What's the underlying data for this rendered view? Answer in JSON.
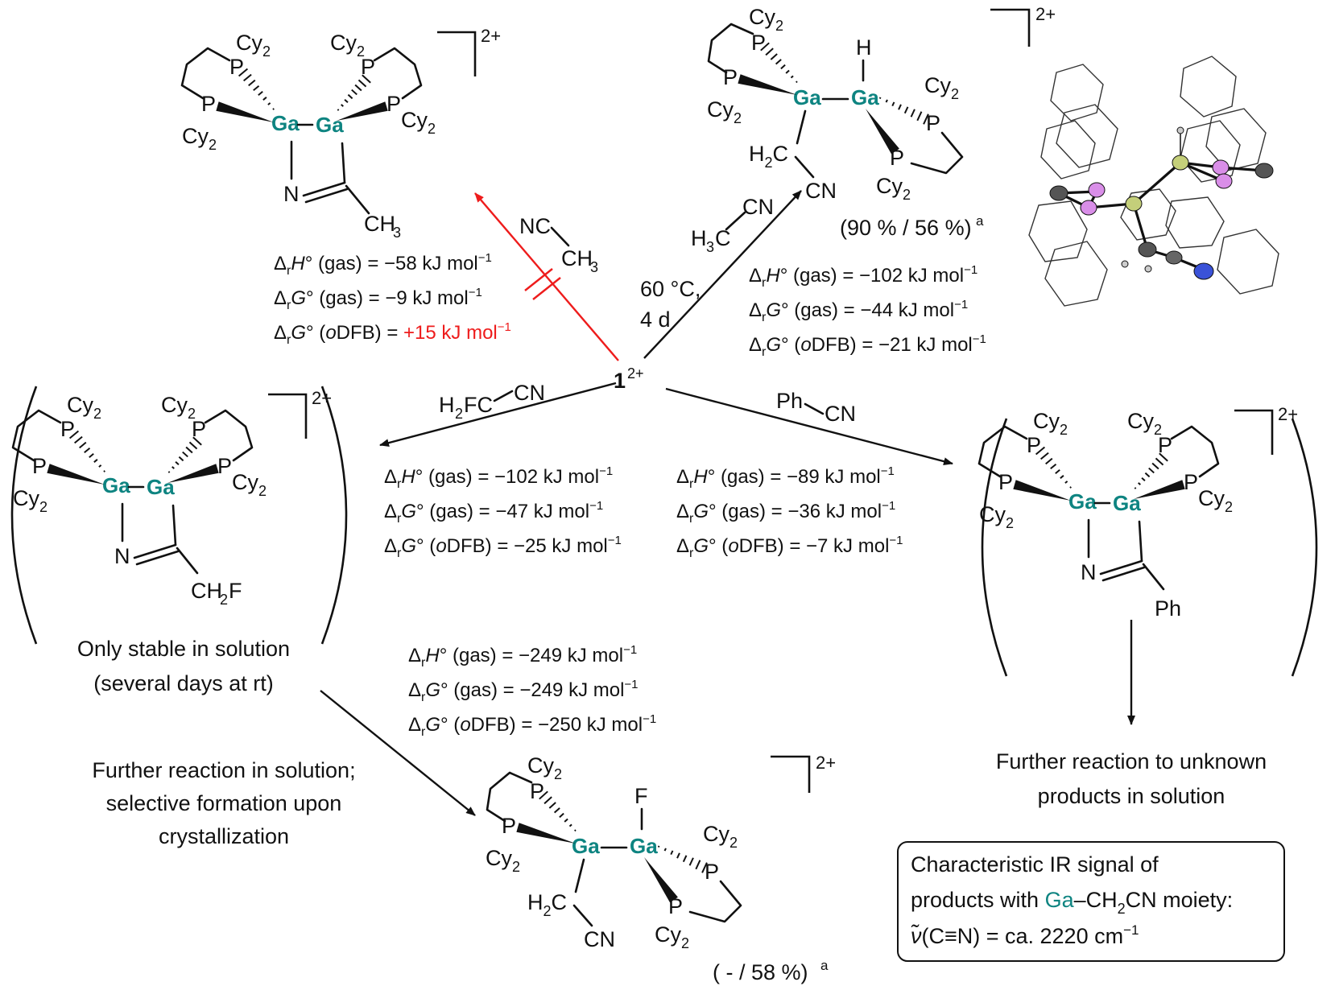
{
  "reactant": {
    "number": "1",
    "charge": "2+"
  },
  "atoms": {
    "ga": "Ga",
    "p": "P",
    "n": "N",
    "h": "H",
    "f": "F",
    "cy": "Cy",
    "sub2": "2",
    "cn": "CN",
    "h2c": "H",
    "c": "C",
    "ch": "CH",
    "sub3": "3",
    "ph": "Ph"
  },
  "charge": "2+",
  "reagents": {
    "acetonitrile_top": {
      "nc": "NC",
      "ch": "CH",
      "sub": "3"
    },
    "acetonitrile_right": {
      "h": "H",
      "sub": "3",
      "c": "C",
      "cn": "CN"
    },
    "fluoroacetonitrile": {
      "h": "H",
      "sub": "2",
      "fc": "FC",
      "cn": "CN"
    },
    "benzonitrile": {
      "ph": "Ph",
      "cn": "CN"
    }
  },
  "conditions": {
    "line1": "60 °C,",
    "line2": "4 d"
  },
  "yields": {
    "h_product": {
      "text": "(90 % / 56 %)",
      "sup": "a"
    },
    "f_product": {
      "text": "( - / 58 %)",
      "sup": "a"
    }
  },
  "thermo": {
    "delta": "Δ",
    "sub_r": "r",
    "h_sym": "H",
    "g_sym": "G",
    "deg": "°",
    "gas": " (gas) = ",
    "odfb_o": "o",
    "odfb_rest": "DFB) = ",
    "odfb_open": " (",
    "unit": " kJ mol",
    "unit_exp": "−1",
    "top_left": {
      "h": "−58",
      "g_gas": "−9",
      "g_odfb": "+15"
    },
    "top_right": {
      "h": "−102",
      "g_gas": "−44",
      "g_odfb": "−21"
    },
    "mid_left": {
      "h": "−102",
      "g_gas": "−47",
      "g_odfb": "−25"
    },
    "mid_right": {
      "h": "−89",
      "g_gas": "−36",
      "g_odfb": "−7"
    },
    "bottom": {
      "h": "−249",
      "g_gas": "−249",
      "g_odfb": "−250"
    }
  },
  "notes": {
    "stable_line1": "Only stable in solution",
    "stable_line2": "(several days at rt)",
    "further_left_line1": "Further reaction in solution;",
    "further_left_line2": "selective formation upon",
    "further_left_line3": "crystallization",
    "further_right_line1": "Further reaction to unknown",
    "further_right_line2": "products in solution"
  },
  "ir_box": {
    "line1": "Characteristic IR signal of",
    "line2_a": "products with ",
    "line2_ga": "Ga",
    "line2_b": "–CH",
    "line2_sub": "2",
    "line2_c": "CN moiety:",
    "line3_nu": "ν̃",
    "line3_rest": "(C≡N) = ca. 2220 cm",
    "line3_exp": "−1"
  },
  "colors": {
    "gallium": "#0e8481",
    "disfavored": "#ee1c1c",
    "phosphorus_ellipsoid": "#d98ee8",
    "gallium_ellipsoid": "#c4cf7a",
    "nitrogen_ellipsoid": "#3a52d8"
  }
}
